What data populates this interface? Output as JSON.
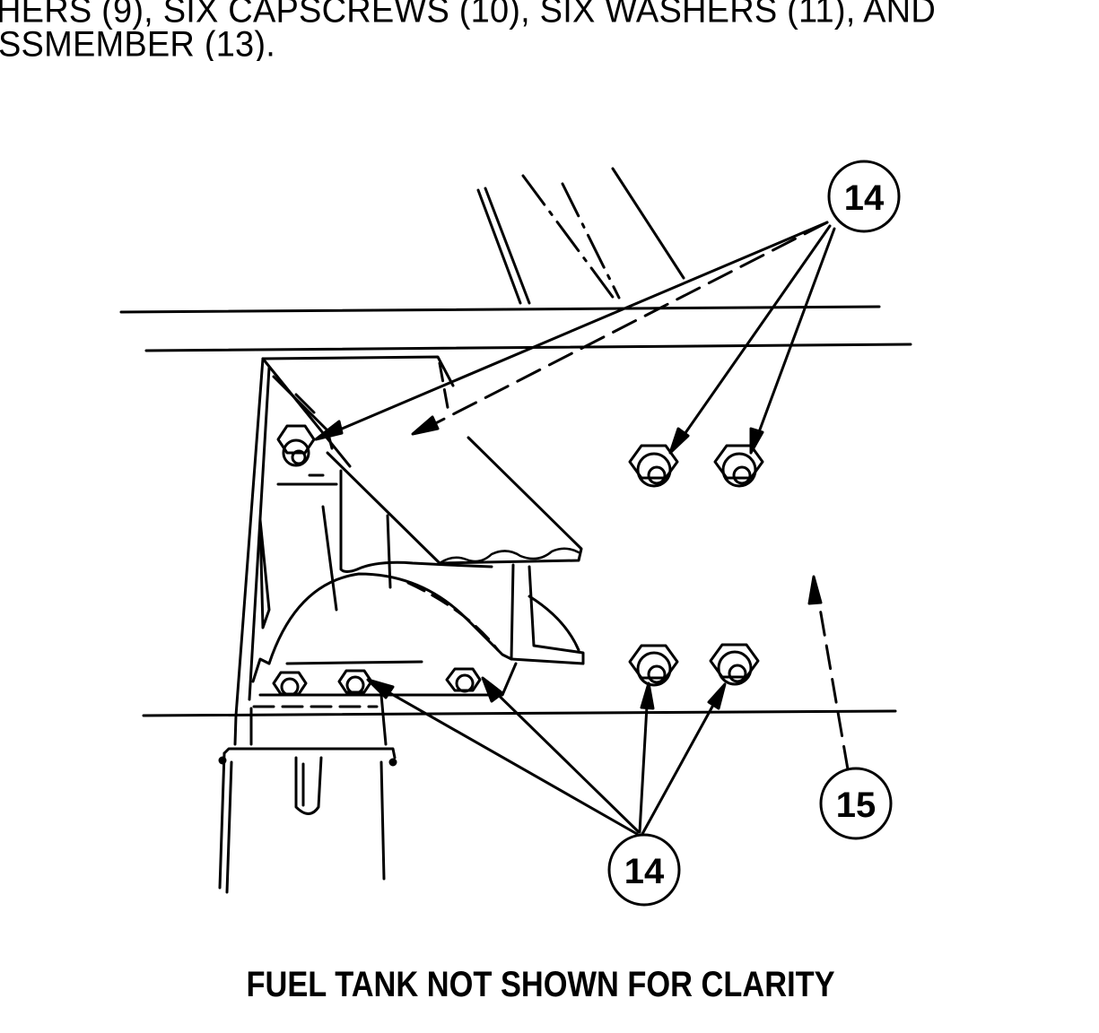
{
  "instruction": {
    "line1": "HERS (9), SIX CAPSCREWS (10), SIX WASHERS (11), AND",
    "line2": "SSMEMBER  (13)."
  },
  "callouts": {
    "top": "14",
    "bottom": "14",
    "right": "15"
  },
  "caption": "FUEL TANK NOT SHOWN FOR CLARITY"
}
